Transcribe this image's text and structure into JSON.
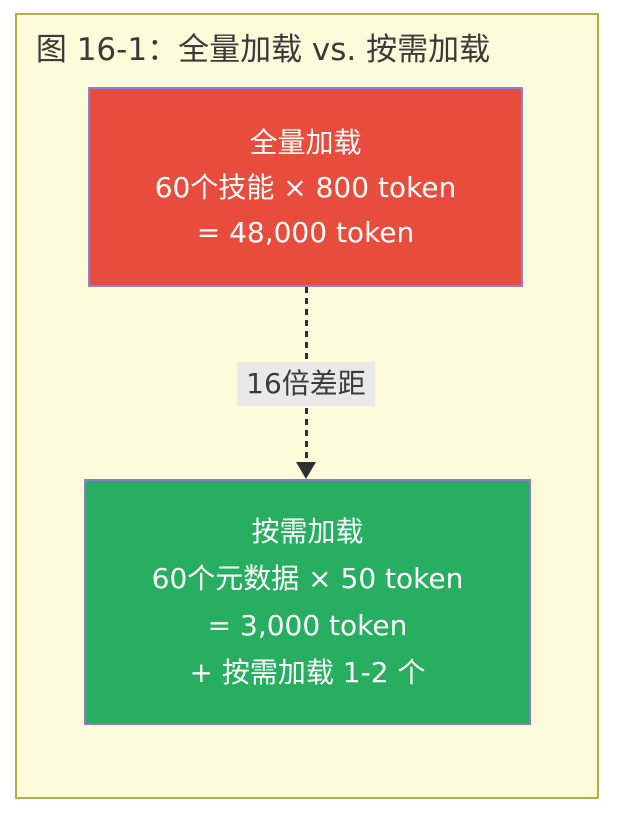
{
  "figure": {
    "title": "图 16-1：全量加载 vs. 按需加载"
  },
  "full_load_box": {
    "lines": [
      "全量加载",
      "60个技能 × 800 token",
      "= 48,000 token"
    ]
  },
  "arrow": {
    "label": "16倍差距"
  },
  "on_demand_box": {
    "lines": [
      "按需加载",
      "60个元数据 × 50 token",
      "= 3,000 token",
      "+ 按需加载 1-2 个"
    ]
  },
  "colors": {
    "canvas_background": "#fdfcda",
    "canvas_border": "#b3ad44",
    "full_load_fill": "#e74c3c",
    "on_demand_fill": "#27ae60",
    "node_border": "#8b82d9",
    "node_text": "#ffffff",
    "arrow": "#2f2f2f",
    "gap_label_background": "#e9e9e9",
    "gap_label_text": "#3b3b3b",
    "title_text": "#3a3a3a"
  }
}
